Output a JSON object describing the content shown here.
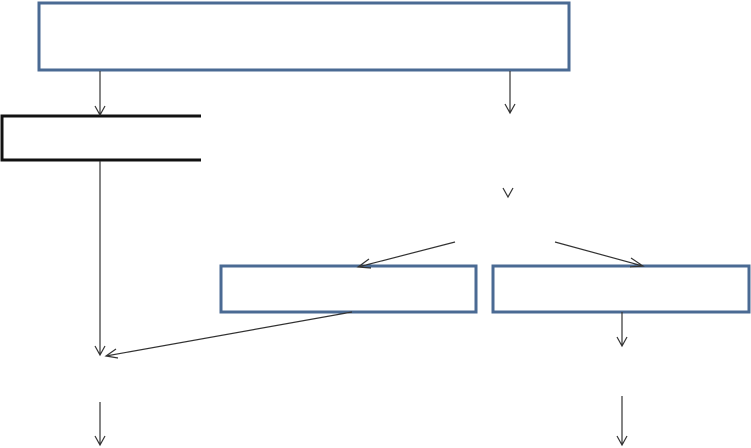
{
  "diagram": {
    "nodes": [
      {
        "id": "top-box",
        "style": "outlined",
        "label": ""
      },
      {
        "id": "left-box",
        "style": "bracket",
        "label": ""
      },
      {
        "id": "mid-left-box",
        "style": "outlined",
        "label": ""
      },
      {
        "id": "mid-right-box",
        "style": "outlined",
        "label": ""
      }
    ],
    "connectors": [
      {
        "from": "top-box",
        "to": "left-box"
      },
      {
        "from": "top-box",
        "to": "decision-point"
      },
      {
        "from": "decision-point",
        "to": "mid-left-box"
      },
      {
        "from": "decision-point",
        "to": "mid-right-box"
      },
      {
        "from": "left-box",
        "to": "merge-point"
      },
      {
        "from": "mid-left-box",
        "to": "merge-point"
      },
      {
        "from": "merge-point",
        "to": "bottom-left"
      },
      {
        "from": "mid-right-box",
        "to": "right-point"
      },
      {
        "from": "right-point",
        "to": "bottom-right"
      }
    ]
  },
  "colors": {
    "box_border": "#4a6a93",
    "bracket_border": "#111111",
    "arrow": "#333333",
    "background": "#ffffff"
  }
}
